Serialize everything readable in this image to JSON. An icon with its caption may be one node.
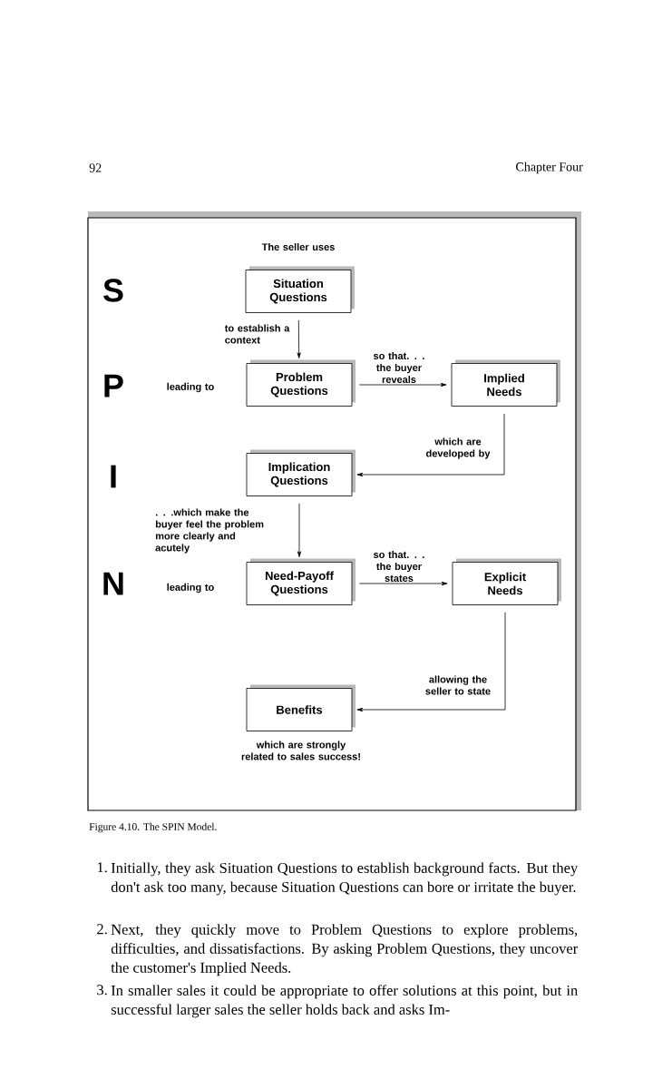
{
  "diagram": {
    "caption": "Figure 4.10. The SPIN Model.",
    "nodes": [
      {
        "text": [
          "Situation Questions"
        ],
        "beside": [
          "The seller uses"
        ]
      },
      {
        "text": [
          "Problem Questions"
        ],
        "beside": [
          "leading to"
        ]
      },
      {
        "text": [
          "Implied Needs"
        ]
      },
      {
        "text": [
          "Implication Questions"
        ]
      },
      {
        "text": [
          "Need-Payoff Questions"
        ],
        "beside": [
          "leading to"
        ]
      },
      {
        "text": [
          "Explicit Needs"
        ]
      },
      {
        "text": [
          "Benefits"
        ],
        "beside": [
          "which are strongly related to sales success!"
        ]
      }
    ],
    "edges": [
      {
        "from": 0,
        "to": 1,
        "arrow": "to",
        "label": "to establish a context"
      },
      {
        "from": 1,
        "to": 2,
        "arrow": "to",
        "label": "so that. . . the buyer reveals"
      },
      {
        "from": 2,
        "to": 3,
        "arrow": "to",
        "label": "which are developed by"
      },
      {
        "from": 3,
        "to": 4,
        "arrow": "to",
        "label": ". . .which make the buyer feel the problem more clearly and acutely"
      },
      {
        "from": 4,
        "to": 5,
        "arrow": "to",
        "label": "so that. . . the buyer states"
      },
      {
        "from": 5,
        "to": 6,
        "arrow": "to",
        "label": "allowing the seller to state"
      }
    ],
    "labels": [
      "92",
      "Chapter Four",
      "S",
      "P",
      "I",
      "N",
      "1.",
      "Initially, they ask Situation Questions to establish background facts. But they don't ask too many, because Situation Questions can bore or irritate the buyer.",
      "2.",
      "Next, they quickly move to Problem Questions to explore problems, difficulties, and dissatisfactions. By asking Problem Questions, they uncover the customer's Implied Needs.",
      "3.",
      "In smaller sales it could be appropriate to offer solutions at this point, but in successful larger sales the seller holds back and asks Im-"
    ]
  }
}
